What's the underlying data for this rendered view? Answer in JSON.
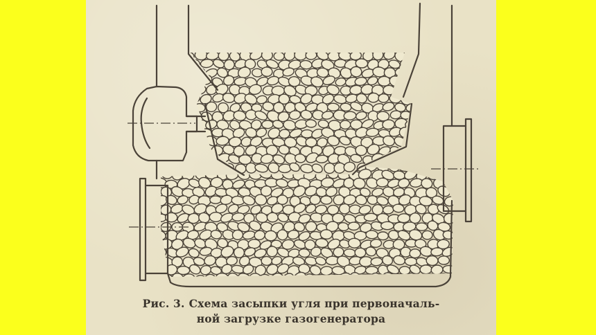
{
  "figure": {
    "subject": "coal-charge-illustration",
    "colors": {
      "paper": "#e9e2c6",
      "ink": "#4a4238",
      "side_bars": "#fbff1c"
    }
  },
  "caption": {
    "label": "Рис. 3.",
    "line1": "Схема засыпки угля при первоначаль-",
    "line2": "ной загрузке газогенератора"
  }
}
